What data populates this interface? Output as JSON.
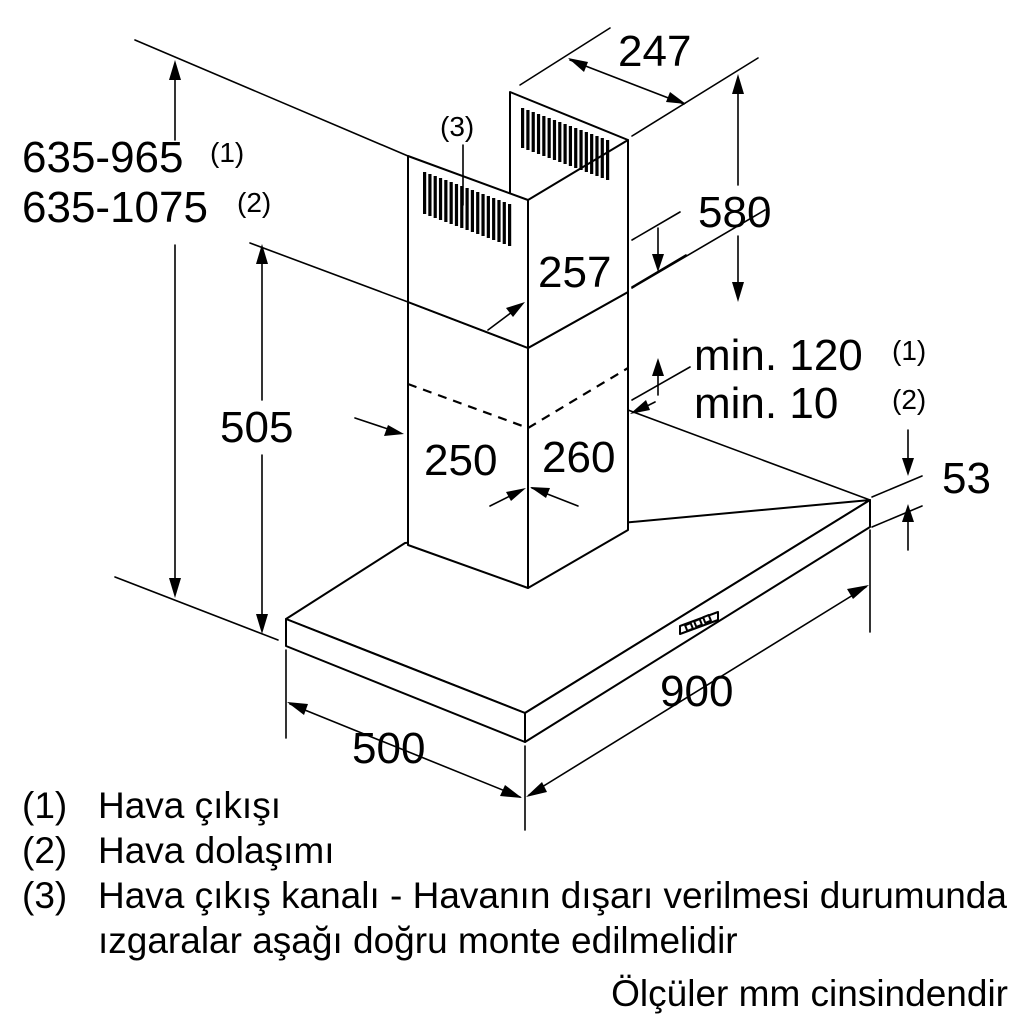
{
  "dimensions": {
    "total_height_1": "635-965",
    "total_height_1_note": "(1)",
    "total_height_2": "635-1075",
    "total_height_2_note": "(2)",
    "chimney_width": "247",
    "upper_chimney_height": "580",
    "upper_chimney_depth": "257",
    "lower_chimney_height": "505",
    "lower_chimney_width": "250",
    "lower_chimney_depth": "260",
    "gap_1": "min. 120",
    "gap_1_note": "(1)",
    "gap_2": "min. 10",
    "gap_2_note": "(2)",
    "canopy_thickness": "53",
    "canopy_width": "900",
    "canopy_depth": "500",
    "outlet_marker": "(3)"
  },
  "legend": [
    {
      "num": "(1)",
      "text": "Hava çıkışı"
    },
    {
      "num": "(2)",
      "text": "Hava dolaşımı"
    },
    {
      "num": "(3)",
      "text": "Hava çıkış kanalı - Havanın dışarı verilmesi durumunda ızgaralar aşağı doğru monte edilmelidir"
    }
  ],
  "units_note": "Ölçüler mm cinsindendir"
}
